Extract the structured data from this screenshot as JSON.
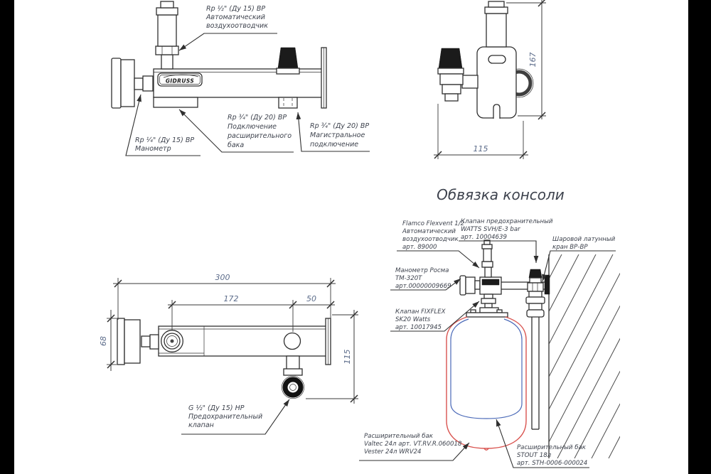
{
  "title": "Обвязка консоли",
  "brand": "GIDRUSS",
  "colors": {
    "line": "#2f2f2f",
    "annotation_text": "#3d424d",
    "dimension_text": "#5c6c8a",
    "tank_outer": "#d9534f",
    "tank_inner": "#4a69b8"
  },
  "front_view": {
    "air_vent": [
      "Rp ½\" (Ду 15) ВР",
      "Автоматический",
      "воздухоотводчик"
    ],
    "manometer": [
      "Rp ¼\" (Ду 15) ВР",
      "Манометр"
    ],
    "tank_port": [
      "Rp ¾\" (Ду 20) ВР",
      "Подключение",
      "расширительного",
      "бака"
    ],
    "main_port": [
      "Rp ¾\" (Ду 20) ВР",
      "Магистральное",
      "подключение"
    ]
  },
  "side_view": {
    "height": "167",
    "width": "115"
  },
  "top_view": {
    "length": "300",
    "center_dist": "172",
    "edge_dist": "50",
    "gauge_width": "68",
    "height": "115",
    "safety_valve": [
      "G ½\" (Ду 15) НР",
      "Предохранительный",
      "клапан"
    ]
  },
  "piping": {
    "air_vent": [
      "Flamco Flexvent 1/2",
      "Автоматический",
      "воздухоотводчик",
      "арт. 89000"
    ],
    "safety_valve": [
      "Клапан предохранительный",
      "WATTS SVH/E-3 bar",
      "арт. 10004639"
    ],
    "ball_valve": [
      "Шаровой латунный",
      "кран ВР-ВР"
    ],
    "manometer": [
      "Манометр Росма",
      "ТМ-320Т",
      "арт.00000009669"
    ],
    "fixflex_valve": [
      "Клапан FIXFLEX",
      "SK20 Watts",
      "арт. 10017945"
    ],
    "tank_valtec": [
      "Расширительный бак",
      "Valtec 24л арт. VT.RV.R.060018",
      "Vester 24л WRV24"
    ],
    "tank_stout": [
      "Расширительный бак",
      "STOUT 18л",
      "арт. STH-0006-000024"
    ]
  }
}
